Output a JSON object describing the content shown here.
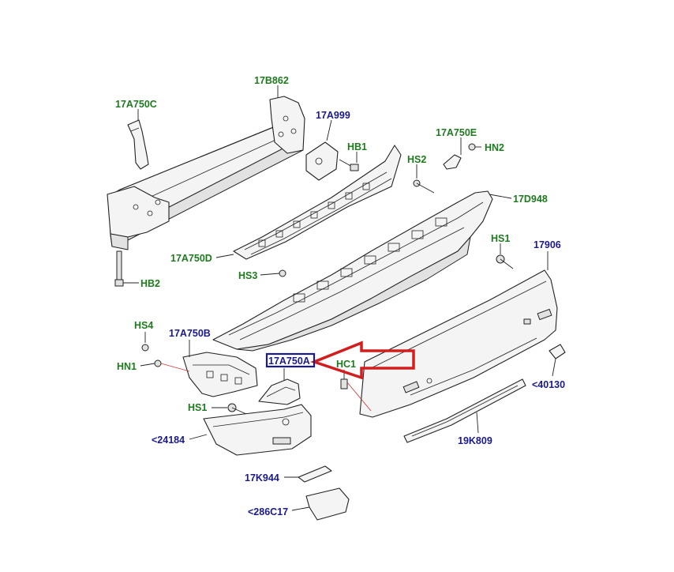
{
  "colors": {
    "green_label": "#1e7a1e",
    "blue_label": "#1a1a8c",
    "highlight_box": "#1a1a8c",
    "arrow": "#d21e1e"
  },
  "highlighted_part": "17A750A",
  "labels": {
    "c17B862": "17B862",
    "c17A750C": "17A750C",
    "c17A999": "17A999",
    "HB1": "HB1",
    "c17A750E": "17A750E",
    "HN2": "HN2",
    "HS2": "HS2",
    "c17D948": "17D948",
    "HS1_top": "HS1",
    "c17906": "17906",
    "c17A750D": "17A750D",
    "HS3": "HS3",
    "HB2": "HB2",
    "HS4": "HS4",
    "c17A750B": "17A750B",
    "HN1": "HN1",
    "c17A750A": "17A750A",
    "HC1": "HC1",
    "c40130": "<40130",
    "HS1_bottom": "HS1",
    "c24184": "<24184",
    "c19K809": "19K809",
    "c17K944": "17K944",
    "c286C17": "<286C17"
  }
}
